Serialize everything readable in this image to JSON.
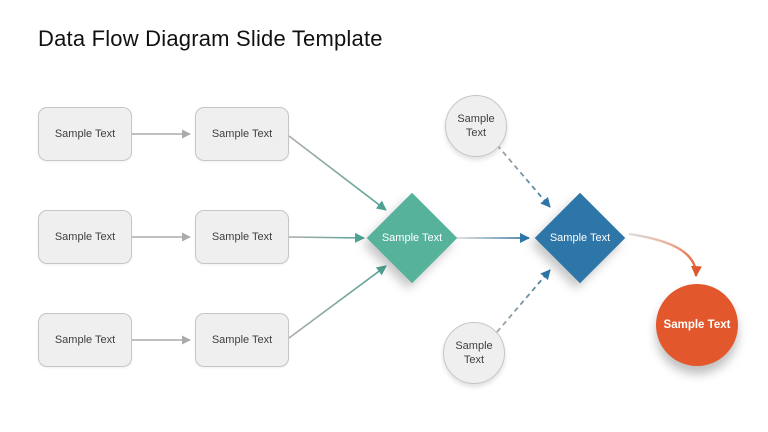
{
  "slide": {
    "title": "Data Flow Diagram Slide Template"
  },
  "colors": {
    "teal": "#57B29C",
    "blue": "#2E75A8",
    "orange": "#E2572B",
    "gray_fill": "#EFEFEF",
    "gray_border": "#C6C6C6",
    "arrow_gray": "#ABABAB"
  },
  "nodes": {
    "boxes": [
      {
        "label": "Sample Text"
      },
      {
        "label": "Sample Text"
      },
      {
        "label": "Sample Text"
      },
      {
        "label": "Sample Text"
      },
      {
        "label": "Sample Text"
      },
      {
        "label": "Sample Text"
      }
    ],
    "diamonds": [
      {
        "label": "Sample Text",
        "color": "teal"
      },
      {
        "label": "Sample Text",
        "color": "blue"
      }
    ],
    "circles": [
      {
        "label": "Sample Text",
        "position": "top"
      },
      {
        "label": "Sample Text",
        "position": "bottom"
      }
    ],
    "end_node": {
      "label": "Sample Text"
    }
  }
}
